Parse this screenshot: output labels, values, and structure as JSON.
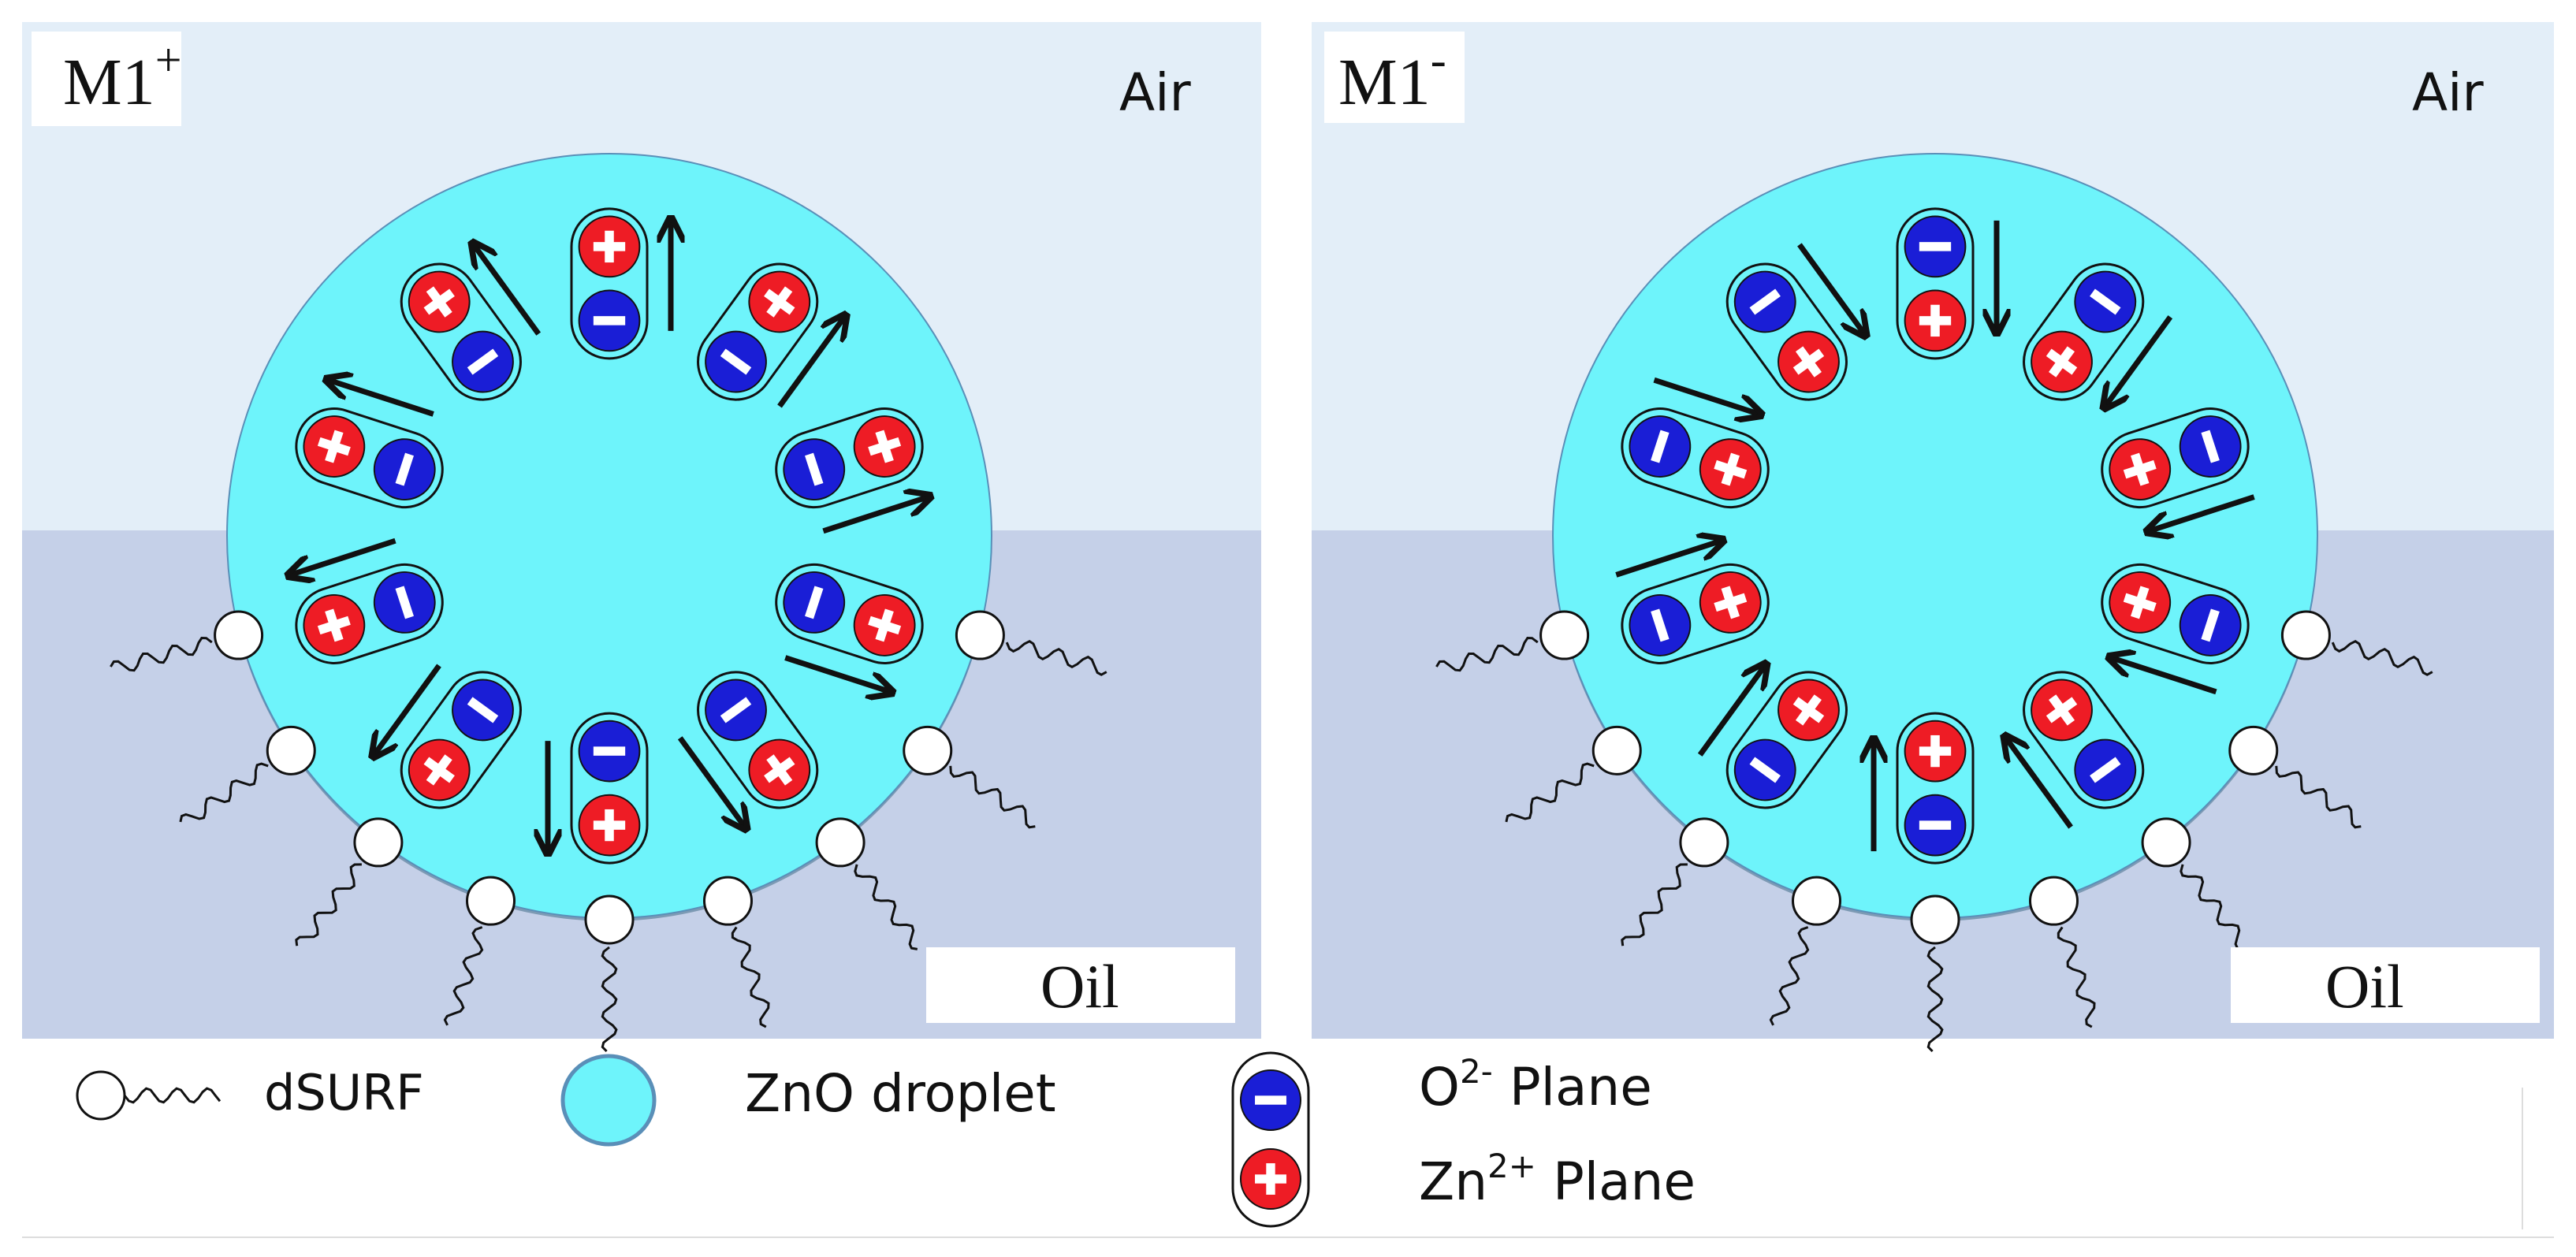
{
  "panels": [
    {
      "id": "left",
      "label_main": "M1",
      "label_sup": "+",
      "air_label": "Air",
      "oil_label": "Oil",
      "orientation": "outward",
      "dipoles": 10
    },
    {
      "id": "right",
      "label_main": "M1",
      "label_sup": "-",
      "air_label": "Air",
      "oil_label": "Oil",
      "orientation": "inward",
      "dipoles": 10
    }
  ],
  "legend": {
    "surfactant_label": "dSURF",
    "droplet_label": "ZnO droplet",
    "o_plane_base": "O",
    "o_plane_sup": "2-",
    "o_plane_rest": " Plane",
    "zn_plane_base": "Zn",
    "zn_plane_sup": "2+",
    "zn_plane_rest": " Plane"
  },
  "colors": {
    "air": "#e3eef8",
    "oil": "#c5d0e8",
    "droplet": "#6ef4fb",
    "droplet_edge": "#5a8fb8",
    "positive": "#ee1c25",
    "negative": "#1a1ed6",
    "ink": "#111111"
  }
}
